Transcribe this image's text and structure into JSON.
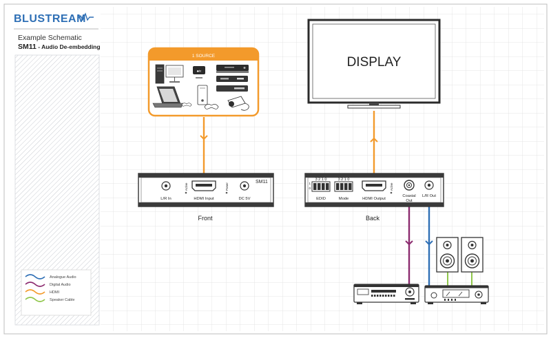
{
  "brand": {
    "logo_text": "BLUSTREAM"
  },
  "sidebar": {
    "subtitle": "Example Schematic",
    "model": "SM11",
    "description": " - Audio De-embedding"
  },
  "legend": {
    "items": [
      {
        "label": "Analogue Audio",
        "color": "#2e6fb5"
      },
      {
        "label": "Digital Audio",
        "color": "#8b2a6e"
      },
      {
        "label": "HDMI",
        "color": "#f39a2b"
      },
      {
        "label": "Speaker Cable",
        "color": "#8fc64a"
      }
    ]
  },
  "source": {
    "title": "1 SOURCE",
    "accent": "#f39a2b"
  },
  "display": {
    "label": "DISPLAY"
  },
  "front": {
    "caption": "Front",
    "model_tag": "SM11",
    "lr_in": "L/R In",
    "active": "Active",
    "hdmi_input": "HDMI Input",
    "power": "Power",
    "dc": "DC 5V"
  },
  "back": {
    "caption": "Back",
    "edid_digits": "3 2 1 0",
    "edid_on": "1",
    "edid_off": "0",
    "edid": "EDID",
    "mode_digits": "3 2 1 0",
    "mode": "Mode",
    "hdmi_output": "HDMI Output",
    "active": "Active",
    "coaxial": "Coaxial",
    "coaxial_out": "Out",
    "lr_out": "L/R Out"
  }
}
